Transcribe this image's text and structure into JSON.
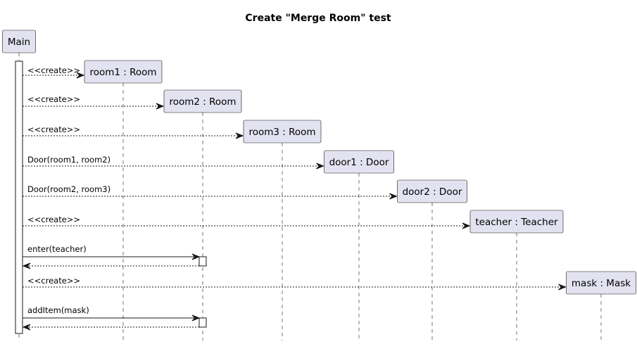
{
  "diagram": {
    "title": "Create \"Merge Room\" test",
    "colors": {
      "participant_fill": "#E2E2F0",
      "stroke": "#181818",
      "activation_fill": "#FFFFFF",
      "background": "#FFFFFF"
    },
    "participants": [
      {
        "id": "main",
        "label": "Main"
      },
      {
        "id": "room1",
        "label": "room1 : Room"
      },
      {
        "id": "room2",
        "label": "room2 : Room"
      },
      {
        "id": "room3",
        "label": "room3 : Room"
      },
      {
        "id": "door1",
        "label": "door1 : Door"
      },
      {
        "id": "door2",
        "label": "door2 : Door"
      },
      {
        "id": "teacher",
        "label": "teacher : Teacher"
      },
      {
        "id": "mask",
        "label": "mask : Mask"
      }
    ],
    "messages": [
      {
        "from": "main",
        "to": "room1",
        "label": "<<create>>",
        "style": "dashed",
        "kind": "create"
      },
      {
        "from": "main",
        "to": "room2",
        "label": "<<create>>",
        "style": "dashed",
        "kind": "create"
      },
      {
        "from": "main",
        "to": "room3",
        "label": "<<create>>",
        "style": "dashed",
        "kind": "create"
      },
      {
        "from": "main",
        "to": "door1",
        "label": "Door(room1, room2)",
        "style": "dashed",
        "kind": "create"
      },
      {
        "from": "main",
        "to": "door2",
        "label": "Door(room2, room3)",
        "style": "dashed",
        "kind": "create"
      },
      {
        "from": "main",
        "to": "teacher",
        "label": "<<create>>",
        "style": "dashed",
        "kind": "create"
      },
      {
        "from": "main",
        "to": "room2",
        "label": "enter(teacher)",
        "style": "solid",
        "kind": "call"
      },
      {
        "from": "room2",
        "to": "main",
        "label": "",
        "style": "dashed",
        "kind": "return"
      },
      {
        "from": "main",
        "to": "mask",
        "label": "<<create>>",
        "style": "dashed",
        "kind": "create"
      },
      {
        "from": "main",
        "to": "room2",
        "label": "addItem(mask)",
        "style": "solid",
        "kind": "call"
      },
      {
        "from": "room2",
        "to": "main",
        "label": "",
        "style": "dashed",
        "kind": "return"
      }
    ]
  }
}
